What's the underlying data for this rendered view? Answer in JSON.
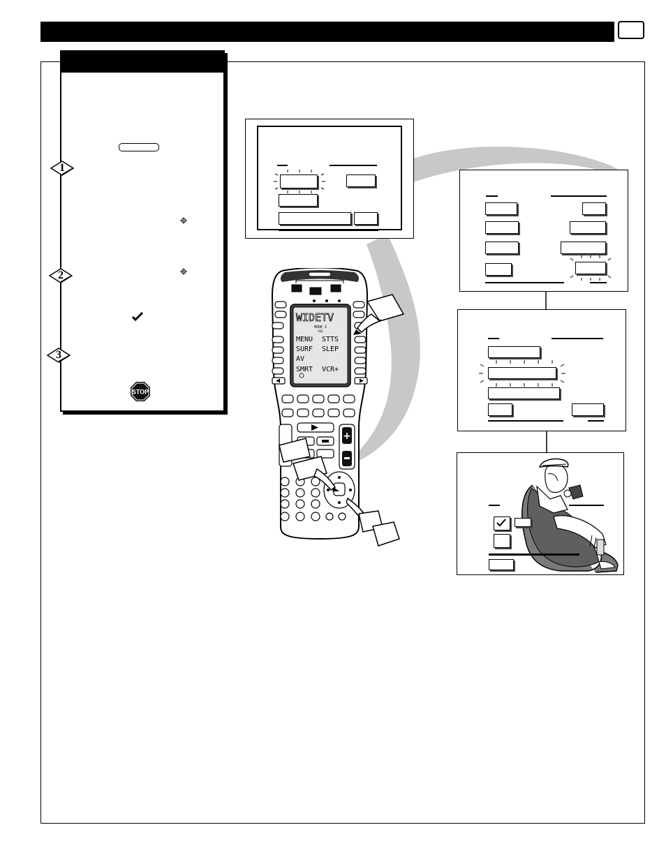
{
  "remote": {
    "lcd": {
      "title": "WIDETV",
      "mode": "MODE I",
      "mode_sub": "USE",
      "keys_left": [
        "MENU",
        "SURF",
        "AV",
        "SMRT"
      ],
      "keys_right": [
        "STTS",
        "SLEP",
        "VCR+"
      ]
    }
  },
  "steps": [
    "1",
    "2",
    "3"
  ],
  "stop_sign": {
    "label": "STOP"
  },
  "icons": {
    "check": "check-icon",
    "cursor_dot": "cursor-icon",
    "hand": "pointing-hand-icon",
    "flag": "flag-icon"
  }
}
